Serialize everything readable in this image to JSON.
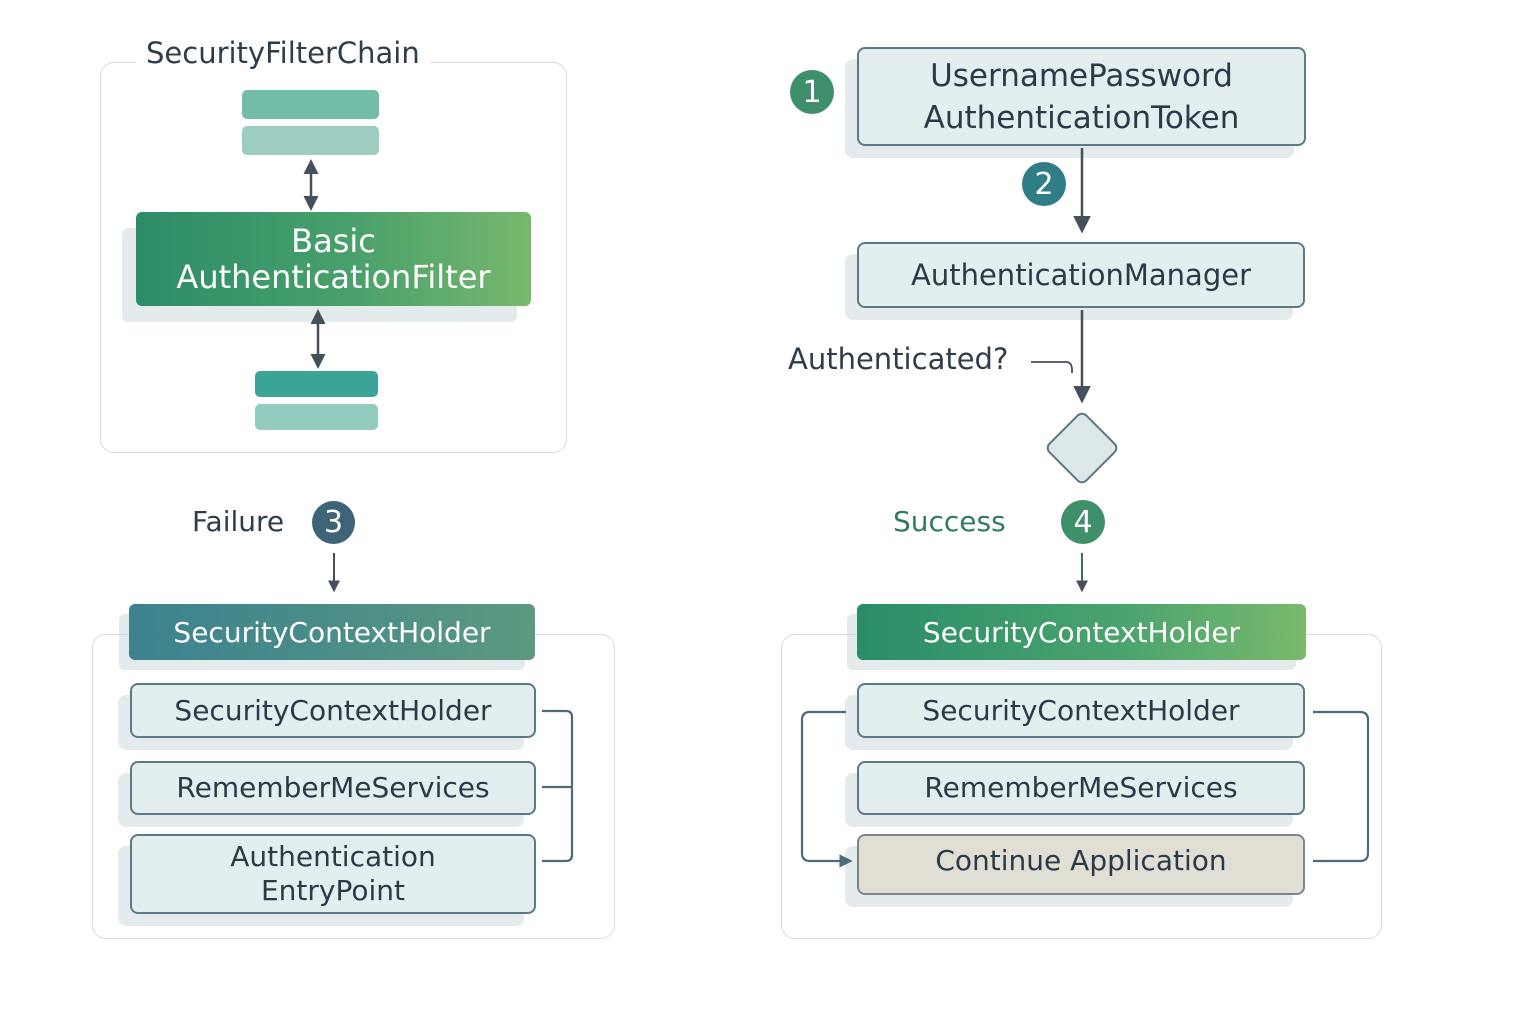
{
  "filter_chain": {
    "title": "SecurityFilterChain",
    "filter_line1": "Basic",
    "filter_line2": "AuthenticationFilter"
  },
  "flow": {
    "token_line1": "UsernamePassword",
    "token_line2": "AuthenticationToken",
    "manager": "AuthenticationManager",
    "decision_label": "Authenticated?"
  },
  "failure": {
    "label": "Failure",
    "header": "SecurityContextHolder",
    "items": [
      "SecurityContextHolder",
      "RememberMeServices"
    ],
    "entry_line1": "Authentication",
    "entry_line2": "EntryPoint"
  },
  "success": {
    "label": "Success",
    "header": "SecurityContextHolder",
    "items": [
      "SecurityContextHolder",
      "RememberMeServices",
      "Continue Application"
    ]
  },
  "badges": [
    "1",
    "2",
    "3",
    "4"
  ],
  "colors": {
    "green_badge": "#3e8f6a",
    "teal_badge": "#2f7d86",
    "slate_badge": "#3d6477",
    "success_text": "#2f7b63",
    "connector": "#45505c",
    "bracket": "#4d6b78"
  }
}
